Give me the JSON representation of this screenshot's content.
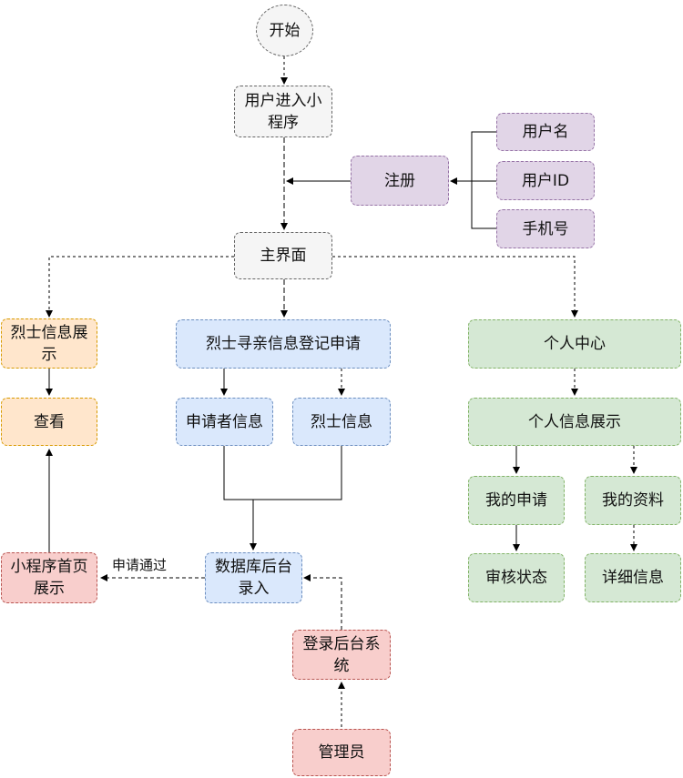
{
  "nodes": {
    "start": "开始",
    "enter_mini": "用户进入小程序",
    "register": "注册",
    "username": "用户名",
    "user_id": "用户ID",
    "phone": "手机号",
    "main": "主界面",
    "martyr_info_display": "烈士信息展示",
    "view": "查看",
    "apply_register": "烈士寻亲信息登记申请",
    "applicant_info": "申请者信息",
    "martyr_info": "烈士信息",
    "db_entry": "数据库后台录入",
    "home_display": "小程序首页展示",
    "login_backend": "登录后台系统",
    "admin": "管理员",
    "personal_center": "个人中心",
    "personal_info_display": "个人信息展示",
    "my_applications": "我的申请",
    "my_profile": "我的资料",
    "review_status": "审核状态",
    "details": "详细信息"
  },
  "edge_labels": {
    "approved": "申请通过"
  },
  "colors": {
    "gray_fill": "#f5f5f5",
    "purple_fill": "#e1d5e7",
    "blue_fill": "#dae8fc",
    "green_fill": "#d5e8d4",
    "orange_fill": "#ffe6cc",
    "red_fill": "#f8cecc"
  }
}
